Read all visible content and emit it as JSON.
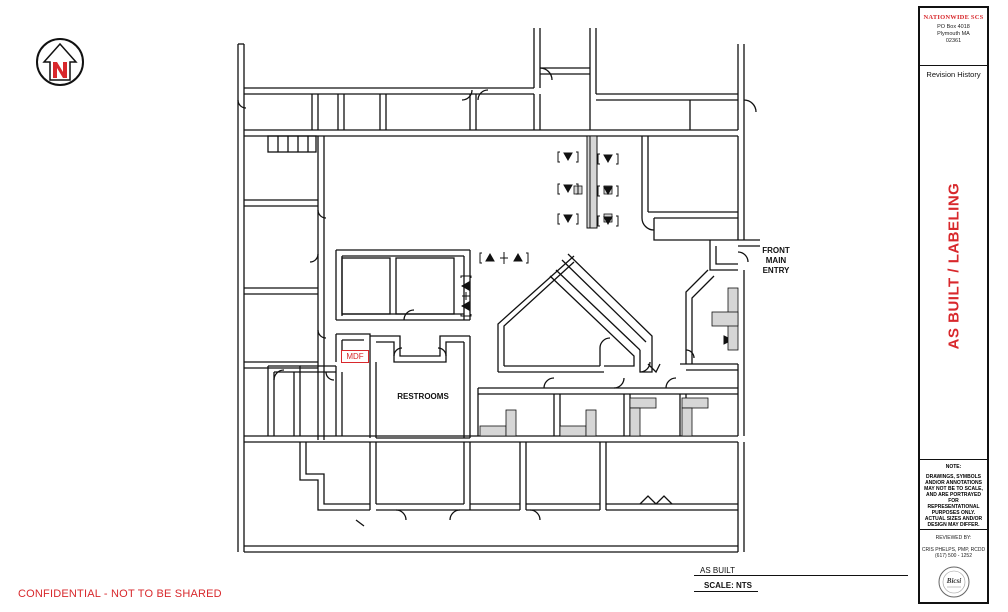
{
  "footer": {
    "confidential": "CONFIDENTIAL - NOT TO BE SHARED",
    "as_built": "AS BUILT",
    "scale": "SCALE: NTS"
  },
  "plan": {
    "front_entry": [
      "FRONT",
      "MAIN",
      "ENTRY"
    ],
    "restrooms": "RESTROOMS",
    "mdf": "MDF"
  },
  "title_block": {
    "company": "NATIONWIDE SCS",
    "address": [
      "PO Box 4018",
      "Plymouth MA",
      "02361"
    ],
    "revision_history": "Revision History",
    "drawing_title": "AS BUILT / LABELING",
    "note_title": "NOTE:",
    "note_body": "DRAWINGS, SYMBOLS AND/OR ANNOTATIONS MAY NOT BE TO SCALE, AND ARE PORTRAYED FOR REPRESENTATIONAL PURPOSES ONLY. ACTUAL SIZES AND/OR DESIGN MAY DIFFER.",
    "reviewed_by": "REVIEWED BY:",
    "reviewer_name": "CRIS PHELPS, PMP, RCDD",
    "reviewer_phone": "(617) 500 - 1252",
    "seal_text": "Bicsi"
  },
  "colors": {
    "accent_red": "#d8282c",
    "wall": "#111111",
    "fill_gray": "#d6d6d6"
  },
  "icons": [
    "north-arrow-logo-icon",
    "bicsi-seal-icon",
    "wireless-access-point-icon"
  ]
}
